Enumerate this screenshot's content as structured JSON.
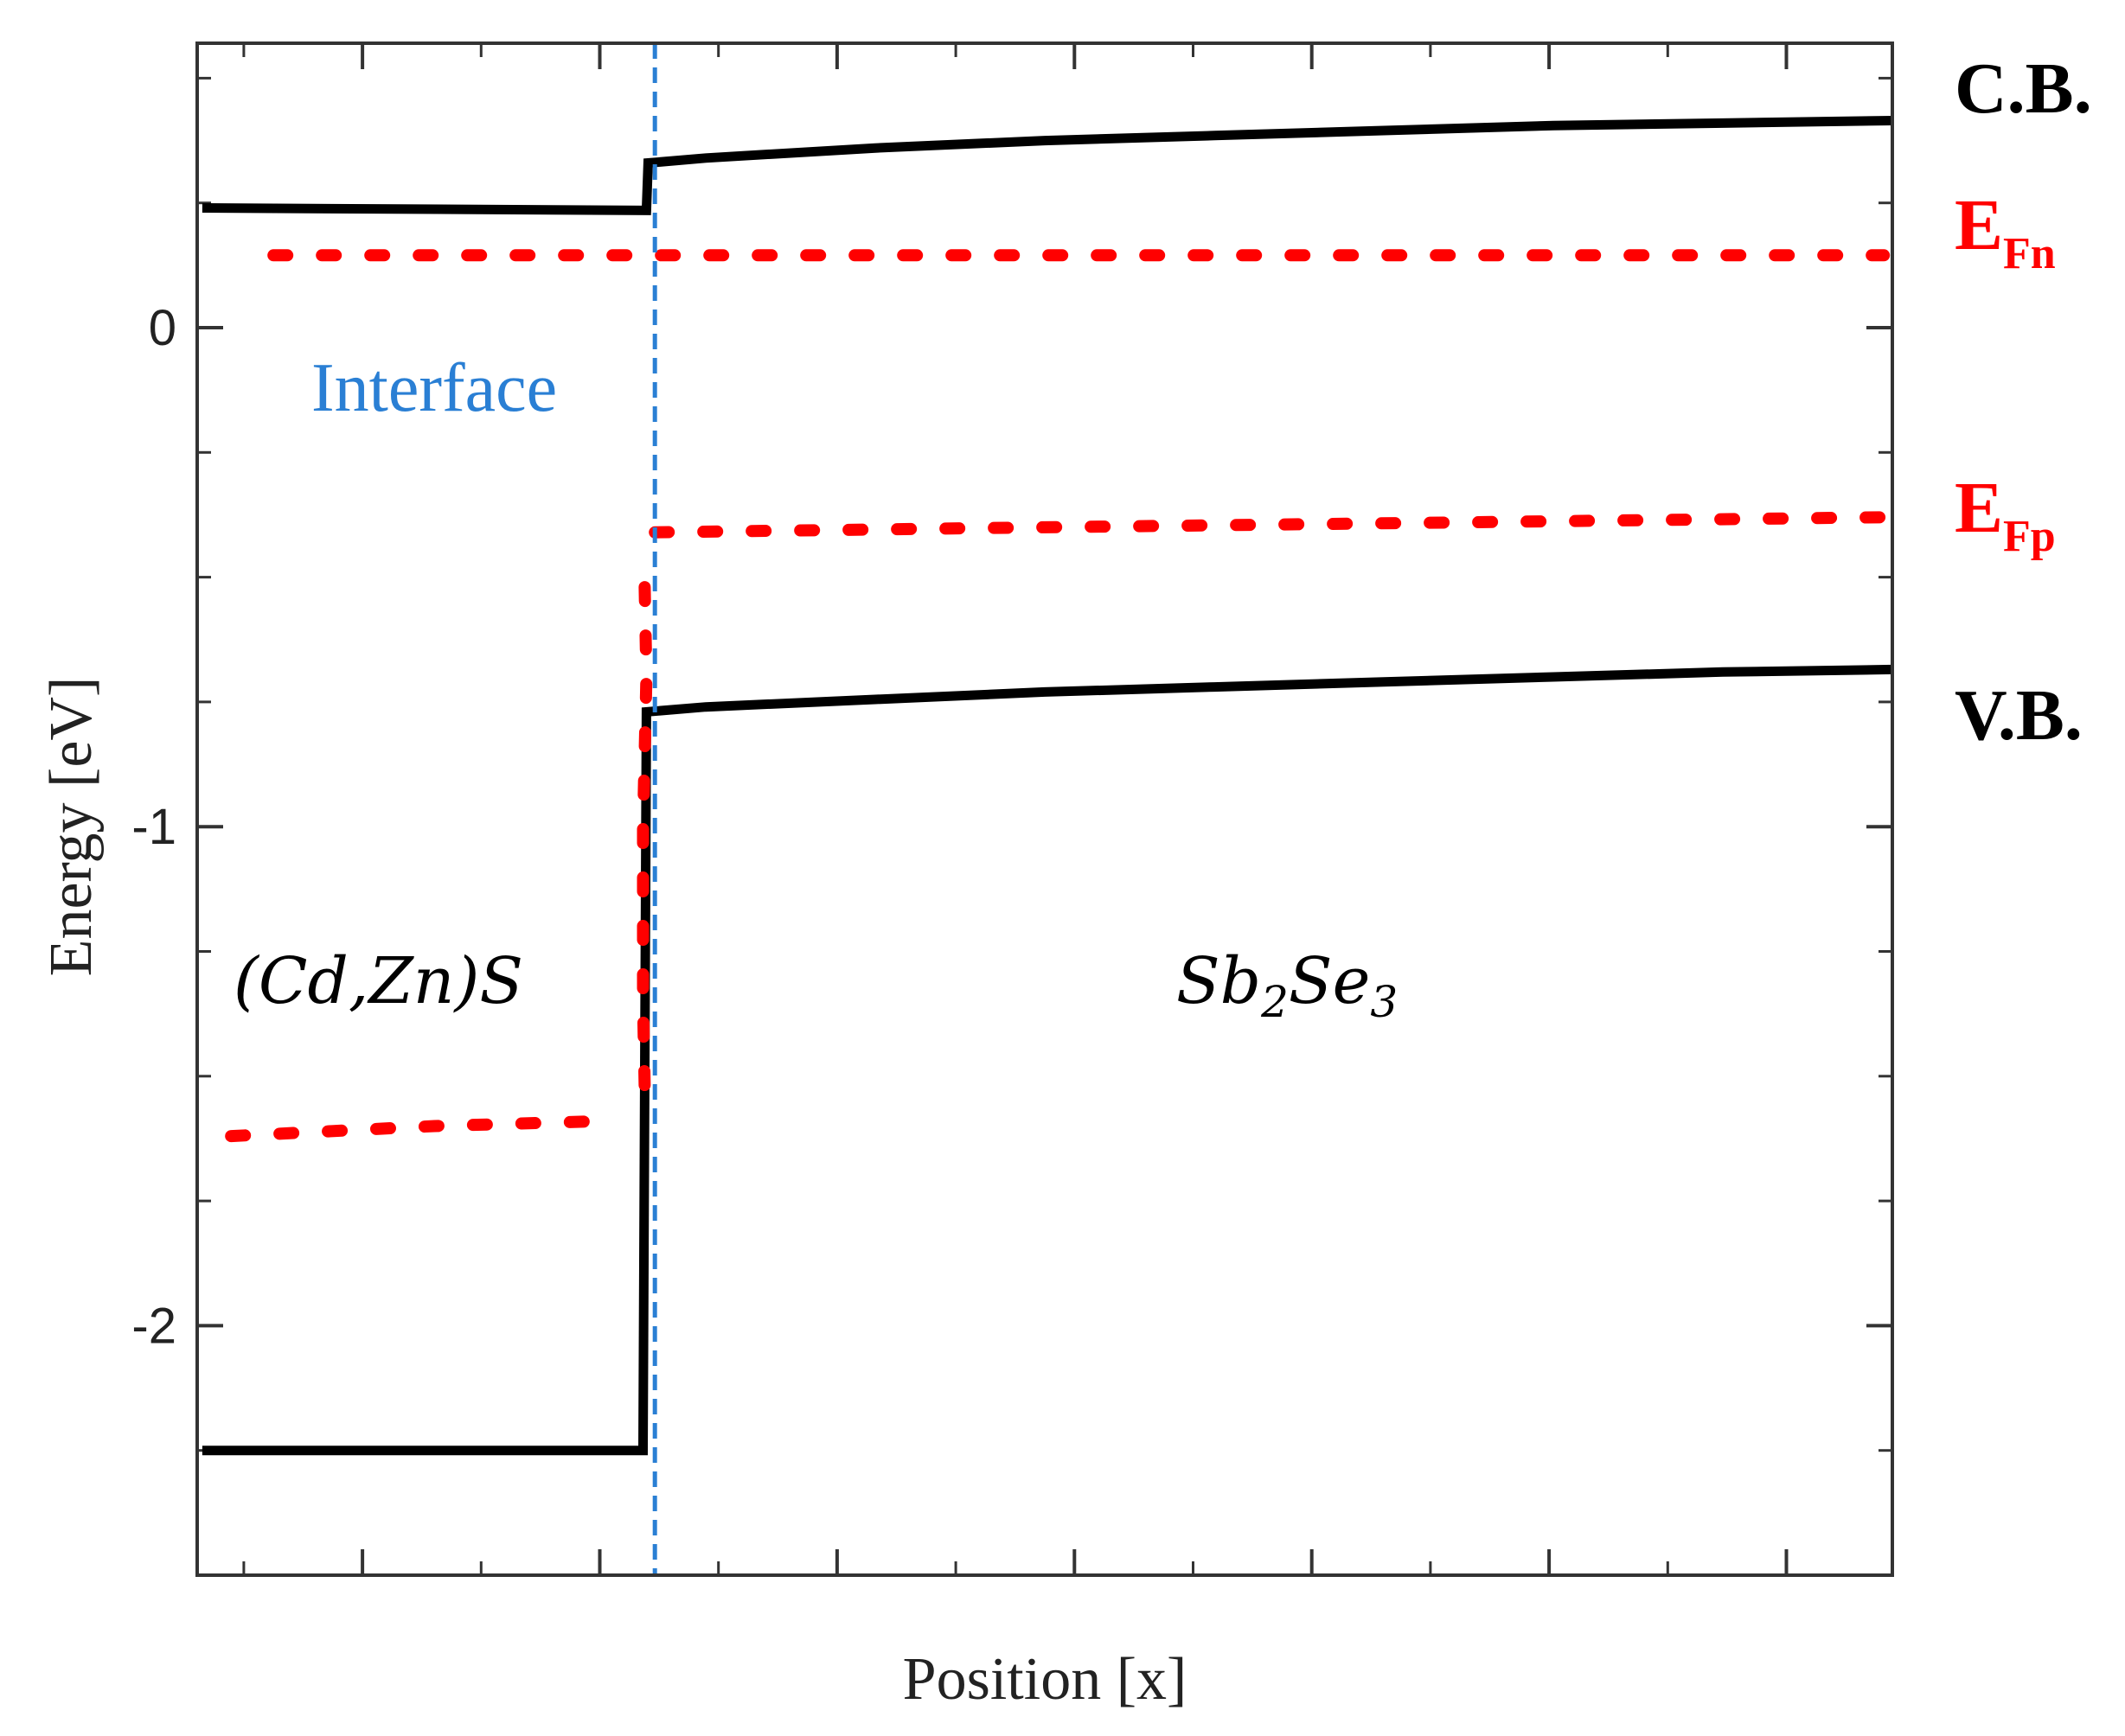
{
  "chart_data": {
    "type": "line",
    "xlabel": "Position [x]",
    "ylabel": "Energy [eV]",
    "ylim": [
      -2.5,
      0.57
    ],
    "xlim": [
      0,
      1
    ],
    "yticks": [
      {
        "value": 0,
        "label": "0"
      },
      {
        "value": -1,
        "label": "-1"
      },
      {
        "value": -2,
        "label": "-2"
      }
    ],
    "y_minor_ticks": [
      -2.25,
      -1.75,
      -1.5,
      -1.25,
      -0.75,
      -0.5,
      -0.25,
      0.25,
      0.5
    ],
    "x_ticks": [
      0.0275,
      0.0975,
      0.1675,
      0.2375,
      0.3075,
      0.3775,
      0.4475,
      0.5175,
      0.5875,
      0.6575,
      0.7275,
      0.7975,
      0.8675,
      0.9375
    ],
    "series": [
      {
        "role": "cb",
        "style": "solid",
        "color": "#000000",
        "points": [
          [
            0.003,
            0.24
          ],
          [
            0.265,
            0.235
          ],
          [
            0.266,
            0.33
          ],
          [
            0.3,
            0.34
          ],
          [
            0.4,
            0.36
          ],
          [
            0.5,
            0.375
          ],
          [
            0.6,
            0.385
          ],
          [
            0.7,
            0.395
          ],
          [
            0.8,
            0.405
          ],
          [
            0.9,
            0.41
          ],
          [
            1.0,
            0.415
          ]
        ]
      },
      {
        "role": "vb",
        "style": "solid",
        "color": "#000000",
        "points": [
          [
            0.003,
            -2.25
          ],
          [
            0.263,
            -2.25
          ],
          [
            0.265,
            -0.77
          ],
          [
            0.3,
            -0.76
          ],
          [
            0.4,
            -0.745
          ],
          [
            0.5,
            -0.73
          ],
          [
            0.6,
            -0.72
          ],
          [
            0.7,
            -0.71
          ],
          [
            0.8,
            -0.7
          ],
          [
            0.9,
            -0.69
          ],
          [
            1.0,
            -0.685
          ]
        ]
      },
      {
        "role": "efn",
        "style": "dotted",
        "color": "#ff0000",
        "points": [
          [
            0.045,
            0.145
          ],
          [
            0.995,
            0.145
          ]
        ]
      },
      {
        "role": "efp",
        "style": "dotted",
        "color": "#ff0000",
        "points": [
          [
            0.27,
            -0.41
          ],
          [
            0.5,
            -0.4
          ],
          [
            0.75,
            -0.39
          ],
          [
            0.995,
            -0.38
          ]
        ]
      },
      {
        "role": "efp-cdzns",
        "style": "dotted",
        "color": "#ff0000",
        "points": [
          [
            0.02,
            -1.62
          ],
          [
            0.14,
            -1.6
          ],
          [
            0.24,
            -1.59
          ]
        ]
      },
      {
        "role": "efp-interface",
        "style": "dotted",
        "color": "#ff0000",
        "points": [
          [
            0.264,
            -0.52
          ],
          [
            0.265,
            -0.7
          ],
          [
            0.263,
            -1.0
          ],
          [
            0.263,
            -1.35
          ],
          [
            0.264,
            -1.52
          ]
        ]
      }
    ],
    "interface_x": 0.27,
    "interface_color": "#2a7fd4",
    "labels": {
      "cb": "C.B.",
      "vb": "V.B.",
      "efn_main": "E",
      "efn_sub": "Fn",
      "efp_main": "E",
      "efp_sub": "Fp",
      "interface": "Interface",
      "left_material": "(Cd,Zn)S",
      "right_material_main": "Sb",
      "right_material_sub1": "2",
      "right_material_mid": "Se",
      "right_material_sub2": "3"
    }
  }
}
